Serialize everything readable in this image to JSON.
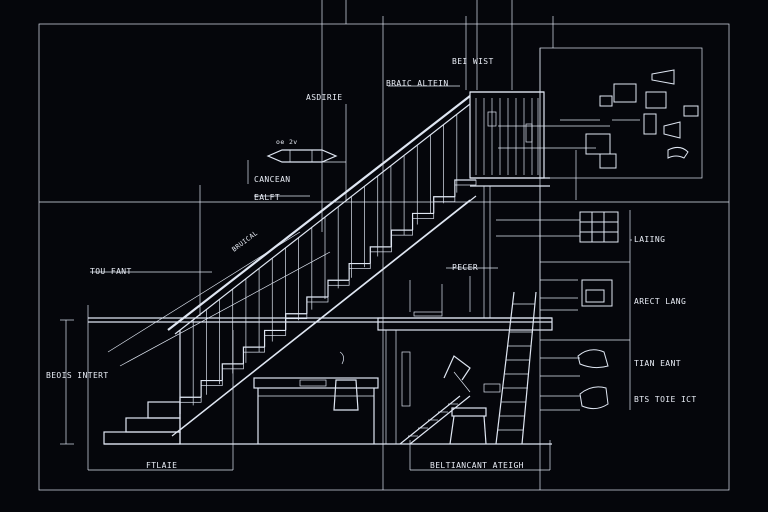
{
  "labels": {
    "top_center": "BEI WIST",
    "top_left": "ASDIRIE",
    "top_mid": "BRAIC ALTEIN",
    "cancan": "CANCEAN",
    "rail_upper": "EALFT",
    "rail_mid": "BRUICAL",
    "rail_left": "TOU FANT",
    "height_left": "BEOIS INTERT",
    "mid_right": "PECER",
    "bottom_left": "FTLAIE",
    "bottom_center": "BELTIANCANT ATEIGH",
    "right_1": "LAIING",
    "right_2": "ARECT LANG",
    "right_3": "TIAN EANT",
    "right_4": "BTS TOIE ICT"
  },
  "icon_small": "oe 2v",
  "colors": {
    "background": "#05060b",
    "lines": "#dfe6f2",
    "text": "#e9edf6"
  }
}
